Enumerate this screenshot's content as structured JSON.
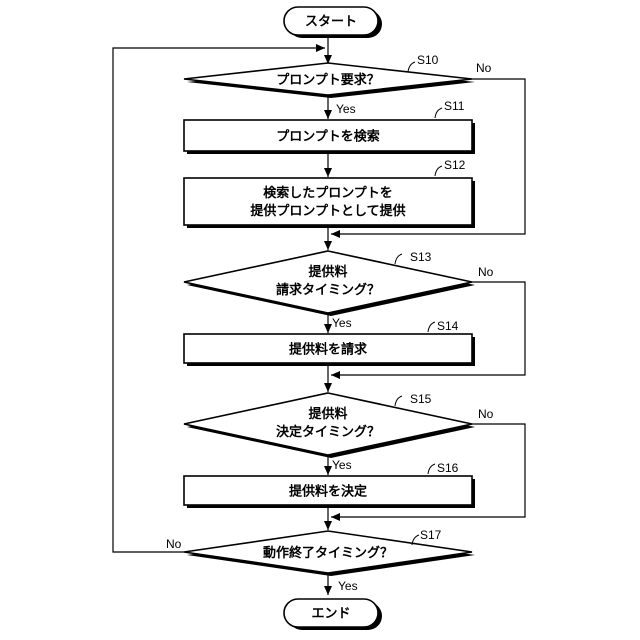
{
  "start": "スタート",
  "end": "エンド",
  "decisions": {
    "s10": {
      "step": "S10",
      "text": "プロンプト要求？"
    },
    "s13": {
      "step": "S13",
      "line1": "提供料",
      "line2": "請求タイミング？"
    },
    "s15": {
      "step": "S15",
      "line1": "提供料",
      "line2": "決定タイミング？"
    },
    "s17": {
      "step": "S17",
      "text": "動作終了タイミング？"
    }
  },
  "processes": {
    "s11": {
      "step": "S11",
      "text": "プロンプトを検索"
    },
    "s12": {
      "step": "S12",
      "line1": "検索したプロンプトを",
      "line2": "提供プロンプトとして提供"
    },
    "s14": {
      "step": "S14",
      "text": "提供料を請求"
    },
    "s16": {
      "step": "S16",
      "text": "提供料を決定"
    }
  },
  "branch_labels": {
    "yes": "Yes",
    "no": "No"
  }
}
